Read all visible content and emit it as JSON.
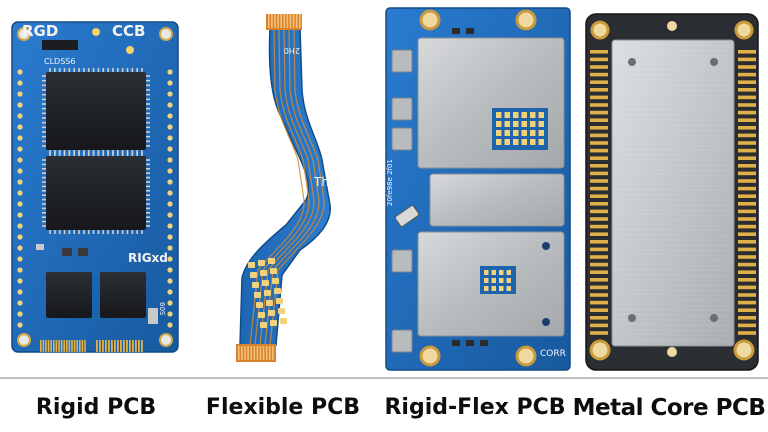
{
  "captions": {
    "rigid": "Rigid PCB",
    "flexible": "Flexible PCB",
    "rigid_flex": "Rigid-Flex PCB",
    "metal_core": "Metal Core PCB"
  },
  "rigid_board": {
    "label_top_left": "RGD",
    "label_top_right": "CCB",
    "label_small": "CLDSS6",
    "label_right": "RIGxd",
    "label_tiny_vertical": "60S"
  },
  "flex_board": {
    "label_middle": "Thin",
    "label_top": "2H0"
  },
  "rigid_flex_board": {
    "label_corner": "CORR",
    "label_vertical": "20fe98e 2f01"
  },
  "colors": {
    "pcb_blue": "#1f6bb8",
    "flex_orange": "#d9822b",
    "gold": "#e0b04a",
    "metal_silver": "#c9ccce",
    "metal_frame": "#2a2d31",
    "background": "#ffffff"
  }
}
